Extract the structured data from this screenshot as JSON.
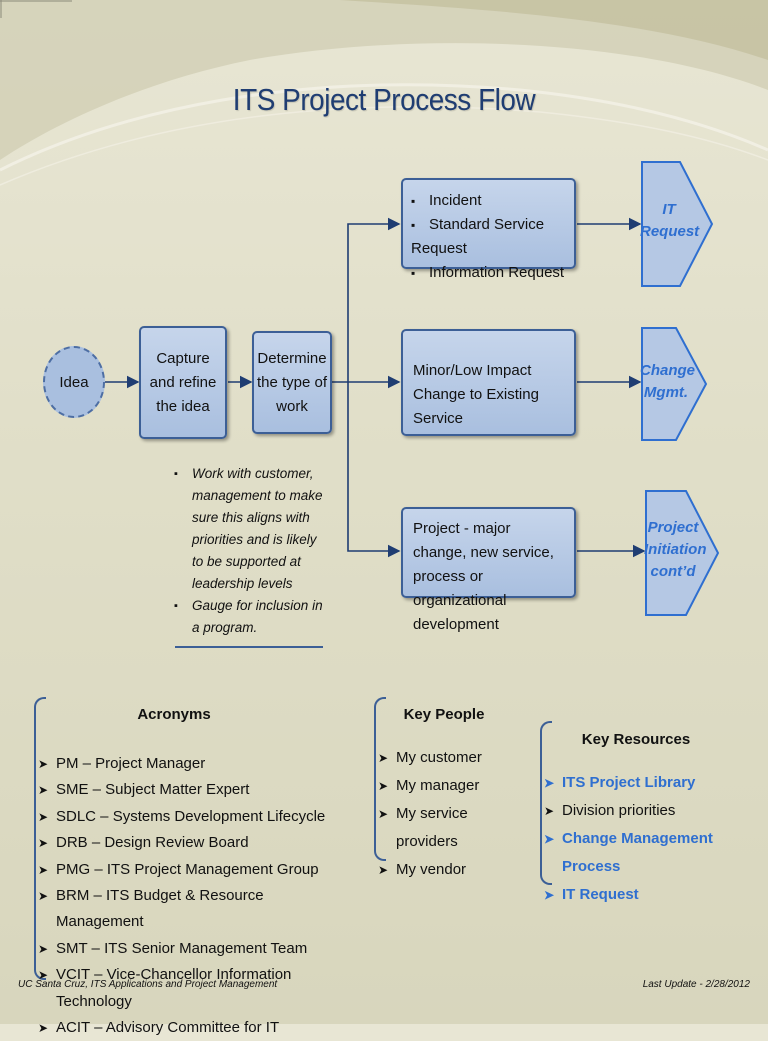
{
  "title": "ITS Project Process Flow",
  "flow": {
    "idea": "Idea",
    "capture": "Capture and refine the idea",
    "determine": "Determine the type of work",
    "branch1_items": [
      "Incident",
      "Standard Service Request",
      "Information Request"
    ],
    "branch2_text": "Minor/Low Impact Change to Existing Service",
    "branch3_text": "Project - major change, new service, process or organizational development",
    "outcome1": "IT Request",
    "outcome2": "Change Mgmt.",
    "outcome3": "Project Initiation cont’d"
  },
  "note": {
    "items": [
      "Work with customer, management to make sure this aligns with priorities and is likely to be supported at leadership levels",
      "Gauge for inclusion in a program."
    ]
  },
  "acronyms": {
    "heading": "Acronyms",
    "items": [
      "PM – Project Manager",
      "SME – Subject Matter Expert",
      "SDLC – Systems Development Lifecycle",
      "DRB – Design Review Board",
      "PMG – ITS Project Management Group",
      "BRM – ITS Budget & Resource Management",
      "SMT – ITS Senior Management Team",
      "VCIT – Vice-Chancellor Information Technology",
      "ACIT – Advisory Committee for IT"
    ]
  },
  "key_people": {
    "heading": "Key People",
    "items": [
      "My customer",
      "My manager",
      "My service providers",
      "My vendor"
    ]
  },
  "key_resources": {
    "heading": "Key Resources",
    "items": [
      "ITS Project Library",
      "Division priorities",
      "Change Management Process",
      "IT Request"
    ]
  },
  "footer": {
    "left": "UC Santa Cruz, ITS Applications and Project Management",
    "right": "Last Update - 2/28/2012"
  },
  "colors": {
    "box_fill": "#b5c8e4",
    "box_border": "#3c5f96",
    "title": "#1f3d72",
    "link": "#2f6fd0"
  }
}
